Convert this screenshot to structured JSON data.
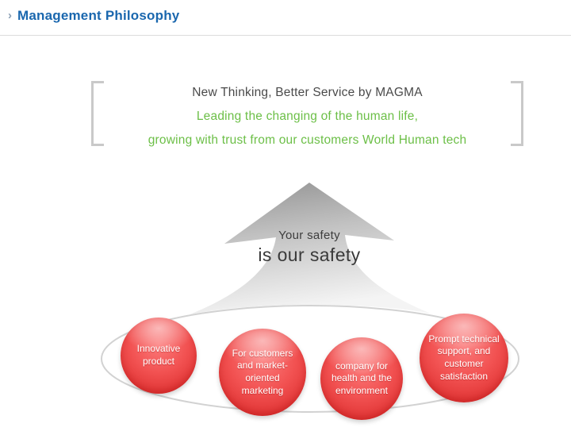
{
  "header": {
    "chevron": "›",
    "title": "Management Philosophy"
  },
  "quote": {
    "line1": "New Thinking, Better Service by MAGMA",
    "line2": "Leading the changing of the human life,",
    "line3": "growing with trust from our customers World Human tech"
  },
  "arrow": {
    "top_text": "Your safety",
    "bottom_text": "is our safety"
  },
  "values": [
    {
      "label": "Innovative product"
    },
    {
      "label": "For customers and market-oriented marketing"
    },
    {
      "label": "company for health and the environment"
    },
    {
      "label": "Prompt technical support, and customer satisfaction"
    }
  ],
  "colors": {
    "title_blue": "#1a67ae",
    "quote_green": "#6cbf47",
    "quote_dark": "#4a4a4a",
    "circle_red": "#e84040",
    "arrow_gray_top": "#989898",
    "arrow_gray_bottom": "#f2f2f2",
    "orbit_gray": "#d2d2d2"
  }
}
